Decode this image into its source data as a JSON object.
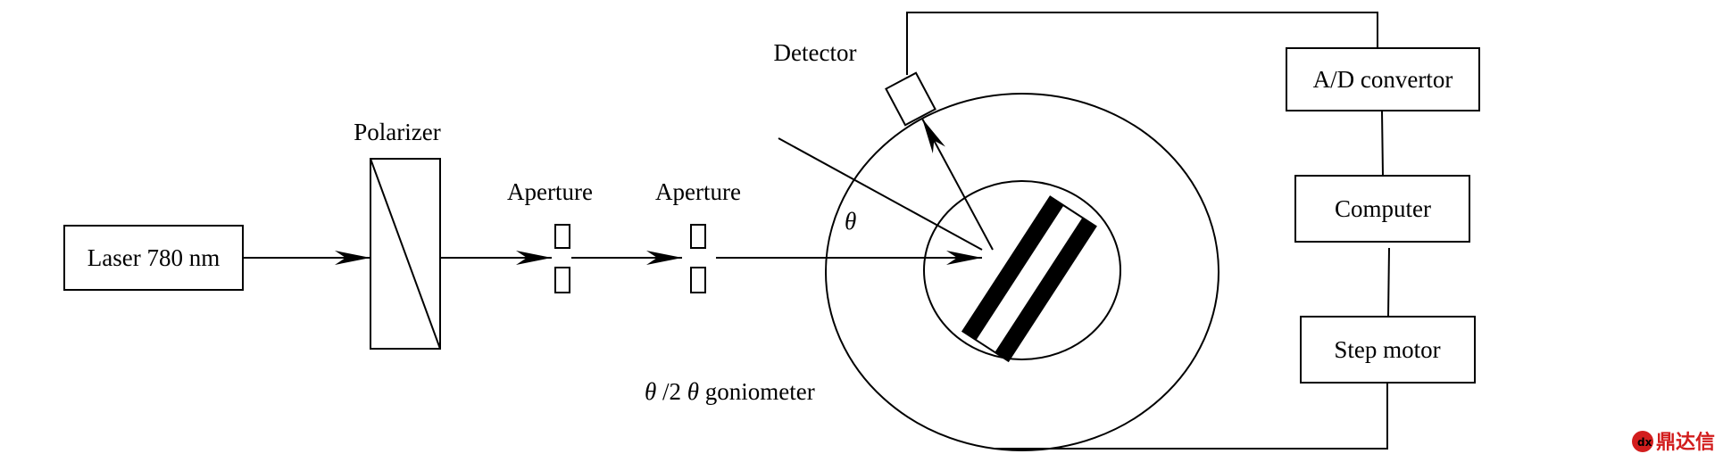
{
  "labels": {
    "laser": "Laser 780 nm",
    "polarizer": "Polarizer",
    "aperture_1": "Aperture",
    "aperture_2": "Aperture",
    "detector": "Detector",
    "ad_convertor": "A/D convertor",
    "computer": "Computer",
    "step_motor": "Step motor",
    "theta": "θ",
    "goniometer_theta1": "θ",
    "goniometer_slash2": "/2",
    "goniometer_theta2": "θ",
    "goniometer_word": " goniometer"
  },
  "watermark": {
    "text": "鼎达信",
    "color": "#d21d1d"
  },
  "colors": {
    "line": "#000000",
    "background": "#ffffff"
  }
}
